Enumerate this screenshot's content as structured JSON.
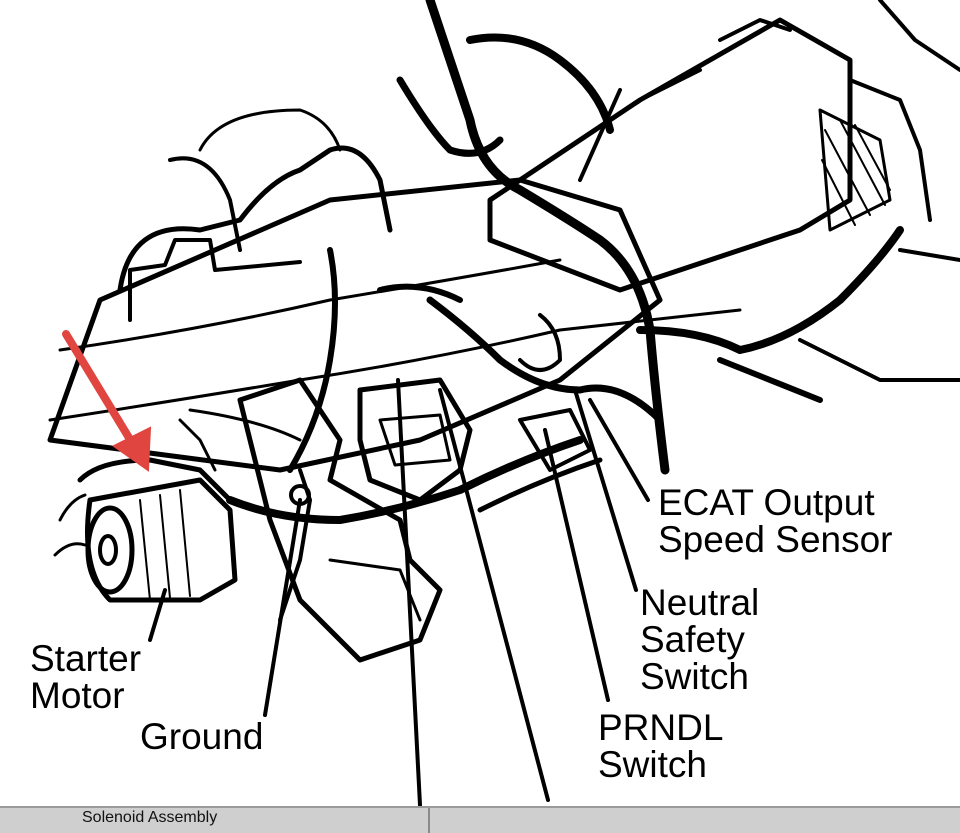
{
  "colors": {
    "background": "#ffffff",
    "ink": "#000000",
    "arrow": "#e0453f",
    "bar": "#cfcfcf"
  },
  "labels": {
    "ecat": "ECAT Output\nSpeed Sensor",
    "neutral": "Neutral\nSafety\nSwitch",
    "prndl": "PRNDL\nSwitch",
    "starter": "Starter\nMotor",
    "ground": "Ground"
  },
  "caption": "Solenoid Assembly"
}
